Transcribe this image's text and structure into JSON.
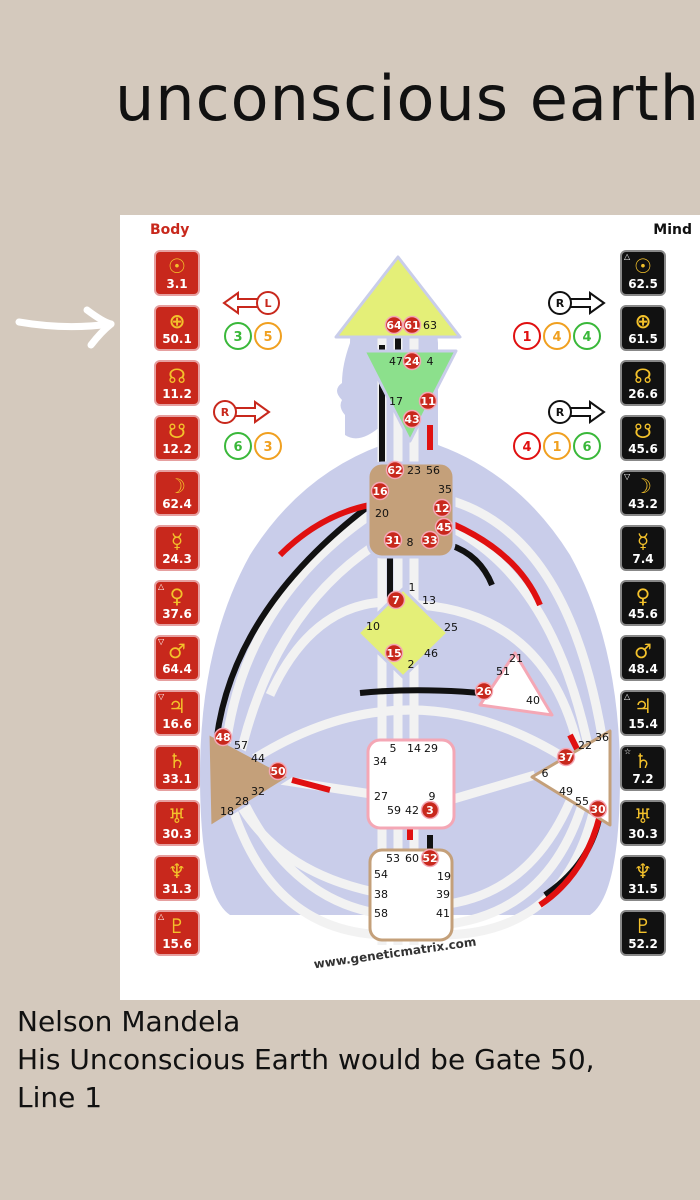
{
  "headline": "unconscious earth",
  "columns": {
    "body": "Body",
    "mind": "Mind"
  },
  "body_planets": [
    {
      "sym": "☉",
      "value": "3.1",
      "mark": ""
    },
    {
      "sym": "⊕",
      "value": "50.1",
      "mark": ""
    },
    {
      "sym": "☊",
      "value": "11.2",
      "mark": ""
    },
    {
      "sym": "☋",
      "value": "12.2",
      "mark": ""
    },
    {
      "sym": "☽",
      "value": "62.4",
      "mark": ""
    },
    {
      "sym": "☿",
      "value": "24.3",
      "mark": ""
    },
    {
      "sym": "♀",
      "value": "37.6",
      "mark": "△"
    },
    {
      "sym": "♂",
      "value": "64.4",
      "mark": "▽"
    },
    {
      "sym": "♃",
      "value": "16.6",
      "mark": "▽"
    },
    {
      "sym": "♄",
      "value": "33.1",
      "mark": ""
    },
    {
      "sym": "♅",
      "value": "30.3",
      "mark": ""
    },
    {
      "sym": "♆",
      "value": "31.3",
      "mark": ""
    },
    {
      "sym": "♇",
      "value": "15.6",
      "mark": "△"
    }
  ],
  "mind_planets": [
    {
      "sym": "☉",
      "value": "62.5",
      "mark": "△"
    },
    {
      "sym": "⊕",
      "value": "61.5",
      "mark": ""
    },
    {
      "sym": "☊",
      "value": "26.6",
      "mark": ""
    },
    {
      "sym": "☋",
      "value": "45.6",
      "mark": ""
    },
    {
      "sym": "☽",
      "value": "43.2",
      "mark": "▽"
    },
    {
      "sym": "☿",
      "value": "7.4",
      "mark": ""
    },
    {
      "sym": "♀",
      "value": "45.6",
      "mark": ""
    },
    {
      "sym": "♂",
      "value": "48.4",
      "mark": ""
    },
    {
      "sym": "♃",
      "value": "15.4",
      "mark": "△"
    },
    {
      "sym": "♄",
      "value": "7.2",
      "mark": "☆"
    },
    {
      "sym": "♅",
      "value": "30.3",
      "mark": ""
    },
    {
      "sym": "♆",
      "value": "31.5",
      "mark": ""
    },
    {
      "sym": "♇",
      "value": "52.2",
      "mark": ""
    }
  ],
  "variables": {
    "top_left": {
      "arrow": "L",
      "values": [
        "3",
        "5"
      ]
    },
    "mid_left": {
      "arrow": "R",
      "values": [
        "6",
        "3"
      ]
    },
    "top_right": {
      "arrow": "R",
      "values": [
        "1",
        "4",
        "4"
      ]
    },
    "mid_right": {
      "arrow": "R",
      "values": [
        "4",
        "1",
        "6"
      ]
    }
  },
  "gates": {
    "head": [
      {
        "n": "64",
        "active": true
      },
      {
        "n": "61",
        "active": true
      },
      {
        "n": "63",
        "active": false
      }
    ],
    "ajna": [
      {
        "n": "47",
        "active": false
      },
      {
        "n": "24",
        "active": true
      },
      {
        "n": "4",
        "active": false
      },
      {
        "n": "17",
        "active": false
      },
      {
        "n": "11",
        "active": true
      },
      {
        "n": "43",
        "active": true
      }
    ],
    "throat": [
      {
        "n": "62",
        "active": true
      },
      {
        "n": "23",
        "active": false
      },
      {
        "n": "56",
        "active": false
      },
      {
        "n": "16",
        "active": true
      },
      {
        "n": "35",
        "active": false
      },
      {
        "n": "20",
        "active": false
      },
      {
        "n": "12",
        "active": true
      },
      {
        "n": "45",
        "active": true
      },
      {
        "n": "31",
        "active": true
      },
      {
        "n": "8",
        "active": false
      },
      {
        "n": "33",
        "active": true
      }
    ],
    "g": [
      {
        "n": "1",
        "active": false
      },
      {
        "n": "7",
        "active": true
      },
      {
        "n": "13",
        "active": false
      },
      {
        "n": "10",
        "active": false
      },
      {
        "n": "25",
        "active": false
      },
      {
        "n": "15",
        "active": true
      },
      {
        "n": "46",
        "active": false
      },
      {
        "n": "2",
        "active": false
      }
    ],
    "ego": [
      {
        "n": "21",
        "active": false
      },
      {
        "n": "51",
        "active": false
      },
      {
        "n": "26",
        "active": true
      },
      {
        "n": "40",
        "active": false
      }
    ],
    "spleen": [
      {
        "n": "48",
        "active": true
      },
      {
        "n": "57",
        "active": false
      },
      {
        "n": "44",
        "active": false
      },
      {
        "n": "50",
        "active": true
      },
      {
        "n": "32",
        "active": false
      },
      {
        "n": "28",
        "active": false
      },
      {
        "n": "18",
        "active": false
      }
    ],
    "sacral": [
      {
        "n": "5",
        "active": false
      },
      {
        "n": "14",
        "active": false
      },
      {
        "n": "29",
        "active": false
      },
      {
        "n": "34",
        "active": false
      },
      {
        "n": "27",
        "active": false
      },
      {
        "n": "59",
        "active": false
      },
      {
        "n": "42",
        "active": false
      },
      {
        "n": "3",
        "active": true
      },
      {
        "n": "9",
        "active": false
      }
    ],
    "solar_plexus": [
      {
        "n": "22",
        "active": false
      },
      {
        "n": "36",
        "active": false
      },
      {
        "n": "37",
        "active": true
      },
      {
        "n": "6",
        "active": false
      },
      {
        "n": "49",
        "active": false
      },
      {
        "n": "55",
        "active": false
      },
      {
        "n": "30",
        "active": true
      }
    ],
    "root": [
      {
        "n": "53",
        "active": false
      },
      {
        "n": "60",
        "active": false
      },
      {
        "n": "52",
        "active": true
      },
      {
        "n": "54",
        "active": false
      },
      {
        "n": "19",
        "active": false
      },
      {
        "n": "38",
        "active": false
      },
      {
        "n": "39",
        "active": false
      },
      {
        "n": "58",
        "active": false
      },
      {
        "n": "41",
        "active": false
      }
    ]
  },
  "watermark": "www.geneticmatrix.com",
  "caption": [
    "Nelson Mandela",
    "His Unconscious Earth would be Gate 50,",
    "Line 1"
  ],
  "colors": {
    "body_red": "#c8281c",
    "mind_black": "#111111",
    "planet_symbol": "#f3c12b",
    "defined_yellow": "#e4ef78",
    "defined_brown": "#c4a07a",
    "silhouette": "#c9cdea",
    "background": "#d4c9bd"
  }
}
